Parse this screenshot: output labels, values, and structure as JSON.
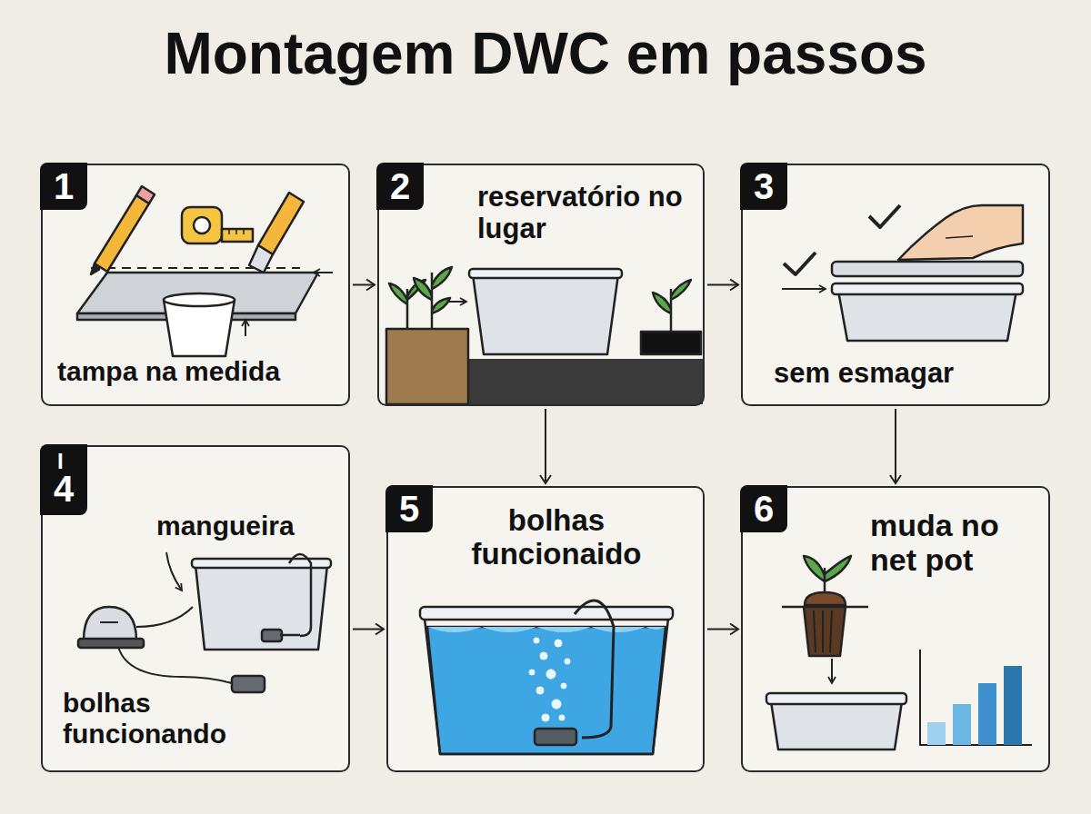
{
  "diagram": {
    "title": "Montagem DWC em passos",
    "nodes": [
      {
        "text": [
          "1",
          "tampa na medida"
        ]
      },
      {
        "text": [
          "2",
          "reservatório no lugar"
        ]
      },
      {
        "text": [
          "3",
          "sem esmagar"
        ]
      },
      {
        "text": [
          "4",
          "mangueira",
          "bolhas funcionando"
        ]
      },
      {
        "text": [
          "5",
          "bolhas funcionaido"
        ]
      },
      {
        "text": [
          "6",
          "muda no net pot"
        ]
      }
    ],
    "edges": [
      {
        "from": 0,
        "to": 1,
        "arrow": "to"
      },
      {
        "from": 1,
        "to": 2,
        "arrow": "to"
      },
      {
        "from": 1,
        "to": 4,
        "arrow": "to"
      },
      {
        "from": 2,
        "to": 5,
        "arrow": "to"
      },
      {
        "from": 3,
        "to": 4,
        "arrow": "to"
      },
      {
        "from": 4,
        "to": 5,
        "arrow": "to"
      }
    ],
    "labels": [
      "I"
    ]
  }
}
